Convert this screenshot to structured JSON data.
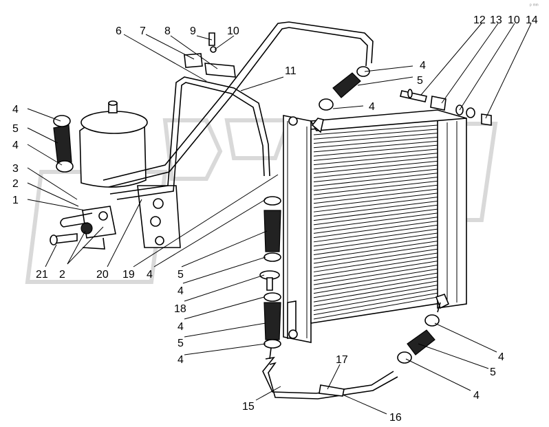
{
  "watermark": "ᵖ ᵐᵐ",
  "callouts": [
    {
      "id": "c6",
      "text": "6"
    },
    {
      "id": "c7",
      "text": "7"
    },
    {
      "id": "c8",
      "text": "8"
    },
    {
      "id": "c9",
      "text": "9"
    },
    {
      "id": "c10a",
      "text": "10"
    },
    {
      "id": "c11",
      "text": "11"
    },
    {
      "id": "c4-l1",
      "text": "4"
    },
    {
      "id": "c5-l1",
      "text": "5"
    },
    {
      "id": "c4-l2",
      "text": "4"
    },
    {
      "id": "c3",
      "text": "3"
    },
    {
      "id": "c2-l",
      "text": "2"
    },
    {
      "id": "c1",
      "text": "1"
    },
    {
      "id": "c21",
      "text": "21"
    },
    {
      "id": "c2-b",
      "text": "2"
    },
    {
      "id": "c20",
      "text": "20"
    },
    {
      "id": "c19",
      "text": "19"
    },
    {
      "id": "c4-b",
      "text": "4"
    },
    {
      "id": "c5-b",
      "text": "5"
    },
    {
      "id": "c4-b2",
      "text": "4"
    },
    {
      "id": "c18",
      "text": "18"
    },
    {
      "id": "c4-b3",
      "text": "4"
    },
    {
      "id": "c5-b2",
      "text": "5"
    },
    {
      "id": "c4-b4",
      "text": "4"
    },
    {
      "id": "c4-t1",
      "text": "4"
    },
    {
      "id": "c5-t",
      "text": "5"
    },
    {
      "id": "c4-t2",
      "text": "4"
    },
    {
      "id": "c12",
      "text": "12"
    },
    {
      "id": "c13",
      "text": "13"
    },
    {
      "id": "c10b",
      "text": "10"
    },
    {
      "id": "c14",
      "text": "14"
    },
    {
      "id": "c4-r1",
      "text": "4"
    },
    {
      "id": "c5-r",
      "text": "5"
    },
    {
      "id": "c4-r2",
      "text": "4"
    },
    {
      "id": "c17",
      "text": "17"
    },
    {
      "id": "c15",
      "text": "15"
    },
    {
      "id": "c16",
      "text": "16"
    }
  ]
}
